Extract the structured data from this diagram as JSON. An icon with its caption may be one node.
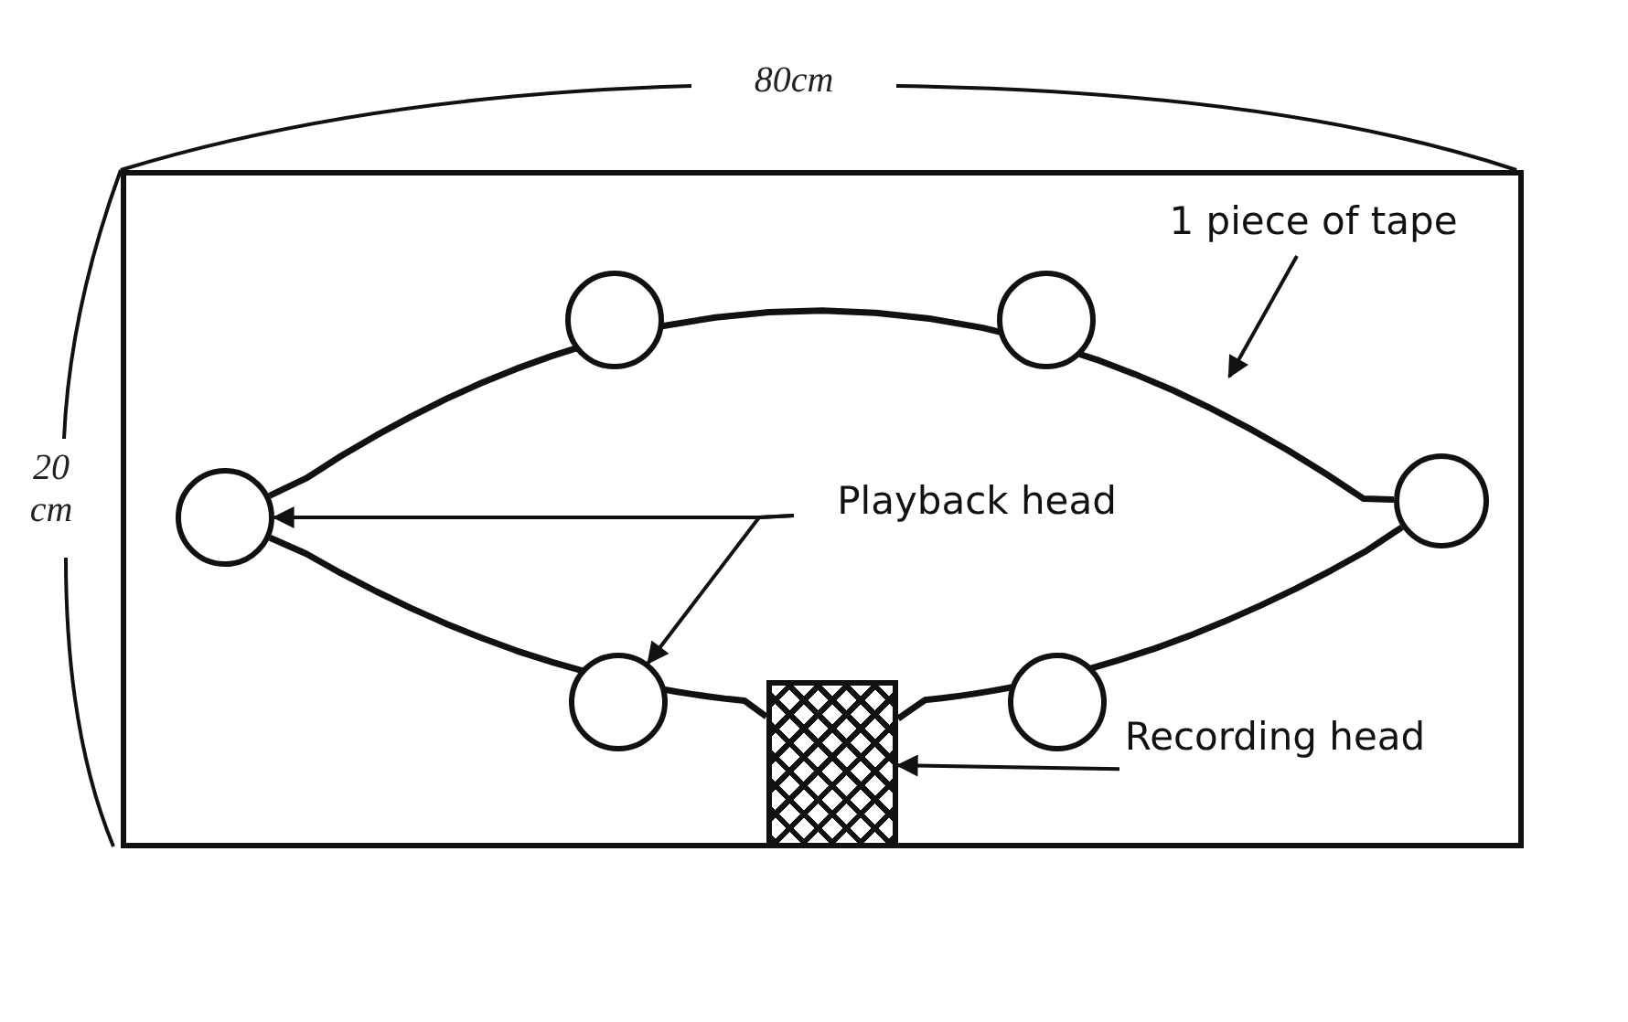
{
  "diagram": {
    "nodes": [
      {
        "text": [],
        "shape": "box"
      },
      {
        "text": [
          "1 piece of tape"
        ],
        "in": 0
      },
      {
        "text": [],
        "shape": "circle",
        "in": 0
      },
      {
        "text": [],
        "shape": "circle",
        "in": 0
      },
      {
        "text": [],
        "shape": "circle",
        "in": 0
      },
      {
        "text": [
          "Playback head"
        ],
        "in": 0
      },
      {
        "text": [],
        "shape": "circle",
        "in": 0
      },
      {
        "text": [],
        "shape": "circle",
        "in": 0
      },
      {
        "text": [],
        "shape": "circle",
        "in": 0
      },
      {
        "text": [],
        "shape": "box",
        "in": 0
      },
      {
        "text": [
          "Recording head"
        ],
        "in": 0
      }
    ],
    "edges": [
      {
        "from": 1,
        "to": null,
        "arrow": "to"
      },
      {
        "from": 5,
        "to": 4,
        "arrow": "to"
      },
      {
        "from": 5,
        "to": 7,
        "arrow": "to"
      },
      {
        "from": 10,
        "to": 9,
        "arrow": "to"
      },
      {
        "from": 4,
        "to": 2,
        "arrow": "none"
      },
      {
        "from": 2,
        "to": 3,
        "arrow": "none"
      },
      {
        "from": 3,
        "to": 6,
        "arrow": "none"
      },
      {
        "from": 4,
        "to": 7,
        "arrow": "none"
      },
      {
        "from": 7,
        "to": 9,
        "arrow": "none"
      },
      {
        "from": 9,
        "to": 8,
        "arrow": "none"
      },
      {
        "from": 8,
        "to": 6,
        "arrow": "none"
      }
    ],
    "labels": [
      "80cm",
      "20 cm"
    ]
  }
}
